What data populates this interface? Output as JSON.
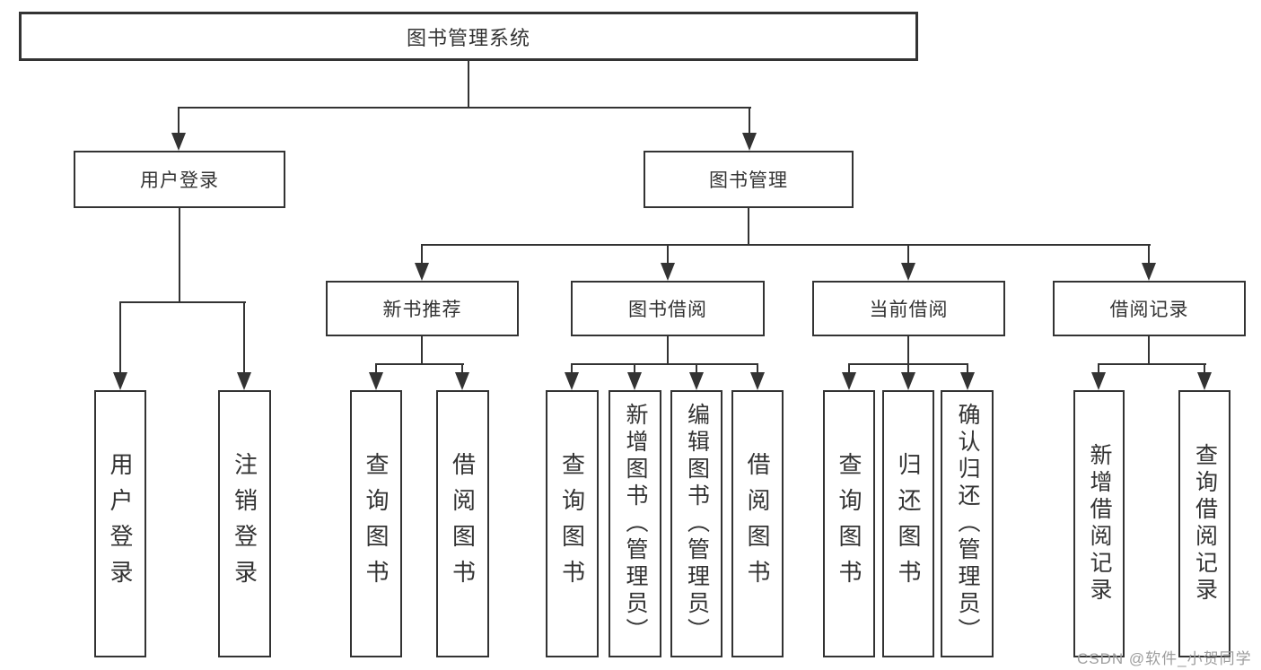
{
  "diagram": {
    "root": {
      "label": "图书管理系统"
    },
    "branches": [
      {
        "label": "用户登录",
        "leaves": [
          {
            "label": "用户登录"
          },
          {
            "label": "注销登录"
          }
        ]
      },
      {
        "label": "图书管理",
        "sections": [
          {
            "label": "新书推荐",
            "leaves": [
              {
                "label": "查询图书"
              },
              {
                "label": "借阅图书"
              }
            ]
          },
          {
            "label": "图书借阅",
            "leaves": [
              {
                "label": "查询图书"
              },
              {
                "label": "新增图书（管理员）"
              },
              {
                "label": "编辑图书（管理员）"
              },
              {
                "label": "借阅图书"
              }
            ]
          },
          {
            "label": "当前借阅",
            "leaves": [
              {
                "label": "查询图书"
              },
              {
                "label": "归还图书"
              },
              {
                "label": "确认归还（管理员）"
              }
            ]
          },
          {
            "label": "借阅记录",
            "leaves": [
              {
                "label": "新增借阅记录"
              },
              {
                "label": "查询借阅记录"
              }
            ]
          }
        ]
      }
    ]
  },
  "watermark": {
    "text": "CSDN @软件_小贺同学"
  },
  "colors": {
    "line": "#333333",
    "text": "#333333",
    "watermark": "#9e9e9e",
    "background": "#ffffff"
  }
}
